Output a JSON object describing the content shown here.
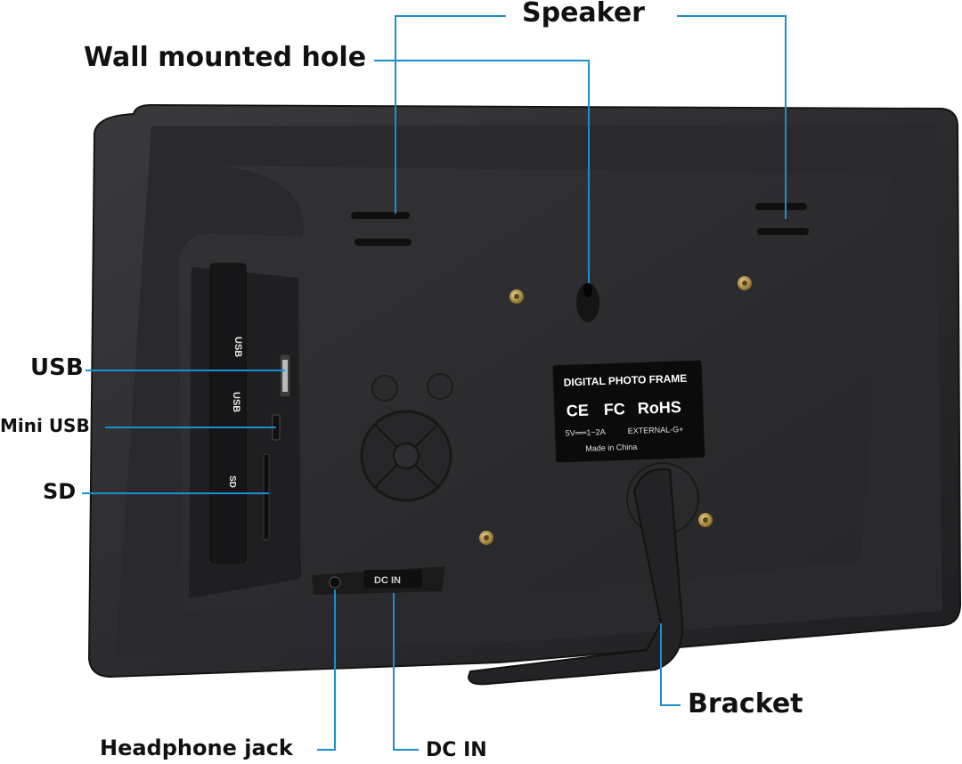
{
  "labels": {
    "speaker": "Speaker",
    "wall_mounted_hole": "Wall mounted hole",
    "usb": "USB",
    "mini_usb": "Mini USB",
    "sd": "SD",
    "bracket": "Bracket",
    "headphone_jack": "Headphone jack",
    "dc_in": "DC IN"
  },
  "device_markings": {
    "slot_usb_1": "USB",
    "slot_usb_2": "USB",
    "slot_sd": "SD",
    "port_dc_in": "DC IN"
  },
  "nameplate": {
    "title": "DIGITAL PHOTO FRAME",
    "ce": "CE",
    "fcc": "FC",
    "rohs": "RoHS",
    "power": "5V══1~2A",
    "external": "EXTERNAL-G+",
    "origin": "Made in China"
  },
  "colors": {
    "leader_line": "#1a8fd0",
    "frame_body": "#2f2f31",
    "label_text": "#111111"
  }
}
